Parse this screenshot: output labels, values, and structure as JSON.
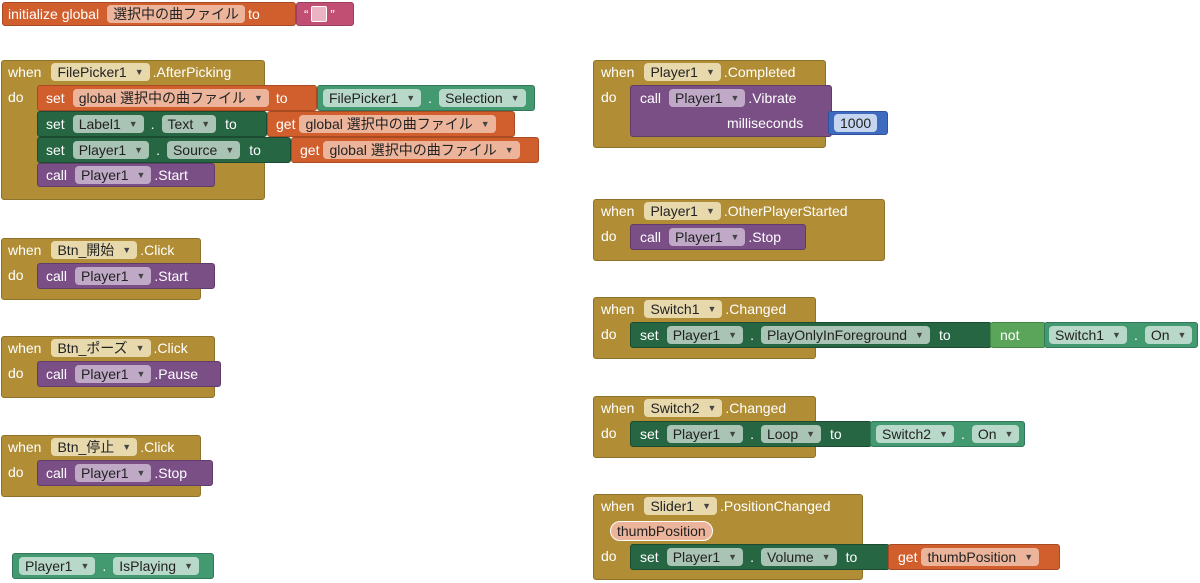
{
  "init": {
    "kw": "initialize global",
    "name": "選択中の曲ファイル",
    "to": "to",
    "open_quote": "“",
    "close_quote": "”"
  },
  "kw": {
    "when": "when",
    "do": "do",
    "set": "set",
    "get": "get",
    "call": "call",
    "to": "to",
    "not": "not",
    "dot": "."
  },
  "filepicker_block": {
    "component": "FilePicker1",
    "event": ".AfterPicking",
    "set_global": "global 選択中の曲ファイル",
    "fp_comp": "FilePicker1",
    "fp_prop": "Selection",
    "label_comp": "Label1",
    "label_prop": "Text",
    "get_global": "global 選択中の曲ファイル",
    "player_comp": "Player1",
    "player_prop": "Source",
    "get_global2": "global 選択中の曲ファイル",
    "call_comp": "Player1",
    "call_method": ".Start"
  },
  "btn_start": {
    "component": "Btn_開始",
    "event": ".Click",
    "call_comp": "Player1",
    "call_method": ".Start"
  },
  "btn_pause": {
    "component": "Btn_ポーズ",
    "event": ".Click",
    "call_comp": "Player1",
    "call_method": ".Pause"
  },
  "btn_stop": {
    "component": "Btn_停止",
    "event": ".Click",
    "call_comp": "Player1",
    "call_method": ".Stop"
  },
  "isplaying": {
    "comp": "Player1",
    "prop": "IsPlaying"
  },
  "completed": {
    "component": "Player1",
    "event": ".Completed",
    "call_comp": "Player1",
    "call_method": ".Vibrate",
    "arg": "milliseconds",
    "value": "1000"
  },
  "otherstarted": {
    "component": "Player1",
    "event": ".OtherPlayerStarted",
    "call_comp": "Player1",
    "call_method": ".Stop"
  },
  "switch1": {
    "component": "Switch1",
    "event": ".Changed",
    "set_comp": "Player1",
    "set_prop": "PlayOnlyInForeground",
    "val_comp": "Switch1",
    "val_prop": "On"
  },
  "switch2": {
    "component": "Switch2",
    "event": ".Changed",
    "set_comp": "Player1",
    "set_prop": "Loop",
    "val_comp": "Switch2",
    "val_prop": "On"
  },
  "slider1": {
    "component": "Slider1",
    "event": ".PositionChanged",
    "param": "thumbPosition",
    "set_comp": "Player1",
    "set_prop": "Volume",
    "get_param": "thumbPosition"
  }
}
